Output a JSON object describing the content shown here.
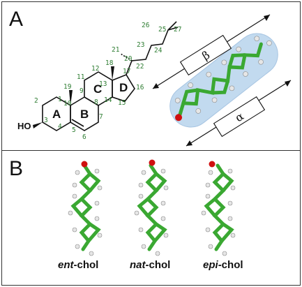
{
  "panels": {
    "a": "A",
    "b": "B"
  },
  "ring_labels": [
    "A",
    "B",
    "C",
    "D"
  ],
  "hydroxyl_label": "HO",
  "carbon_numbers": [
    "1",
    "2",
    "3",
    "4",
    "5",
    "6",
    "7",
    "8",
    "9",
    "10",
    "11",
    "12",
    "13",
    "14",
    "15",
    "16",
    "17",
    "18",
    "19",
    "20",
    "21",
    "22",
    "23",
    "24",
    "25",
    "26",
    "27"
  ],
  "dimensions": {
    "beta": "β",
    "alpha": "α"
  },
  "captions": [
    {
      "prefix": "ent",
      "suffix": "-chol"
    },
    {
      "prefix": "nat",
      "suffix": "-chol"
    },
    {
      "prefix": "epi",
      "suffix": "-chol"
    }
  ],
  "colors": {
    "number_green": "#2e7d32",
    "carbon_green": "#3aa832",
    "hydrogen": "#e6e6e6",
    "oxygen": "#d01010",
    "surface_blue": "#bcd6ee"
  }
}
